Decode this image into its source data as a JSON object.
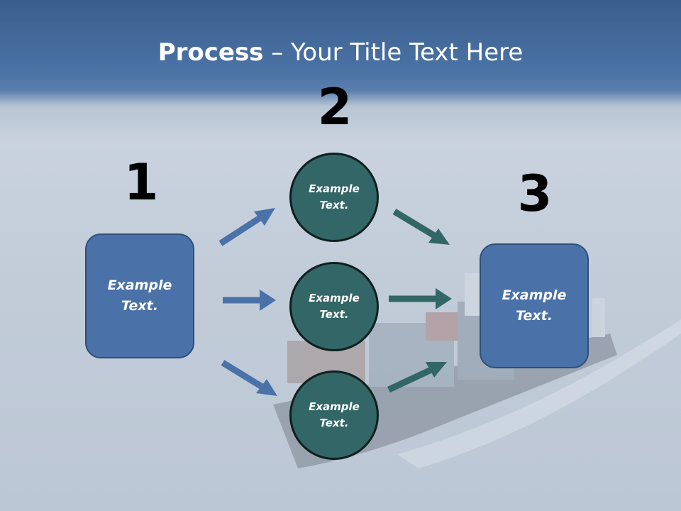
{
  "title": {
    "bold": "Process",
    "rest": " – Your Title Text Here"
  },
  "steps": {
    "step1": {
      "number": "1",
      "text": "Example\nText."
    },
    "step2": {
      "number": "2",
      "items": [
        {
          "text": "Example\nText."
        },
        {
          "text": "Example\nText."
        },
        {
          "text": "Example\nText."
        }
      ]
    },
    "step3": {
      "number": "3",
      "text": "Example\nText."
    }
  },
  "colors": {
    "box_fill": "#4a72a8",
    "circle_fill": "#336666",
    "arrow_in": "#4a72a8",
    "arrow_out": "#336666"
  }
}
